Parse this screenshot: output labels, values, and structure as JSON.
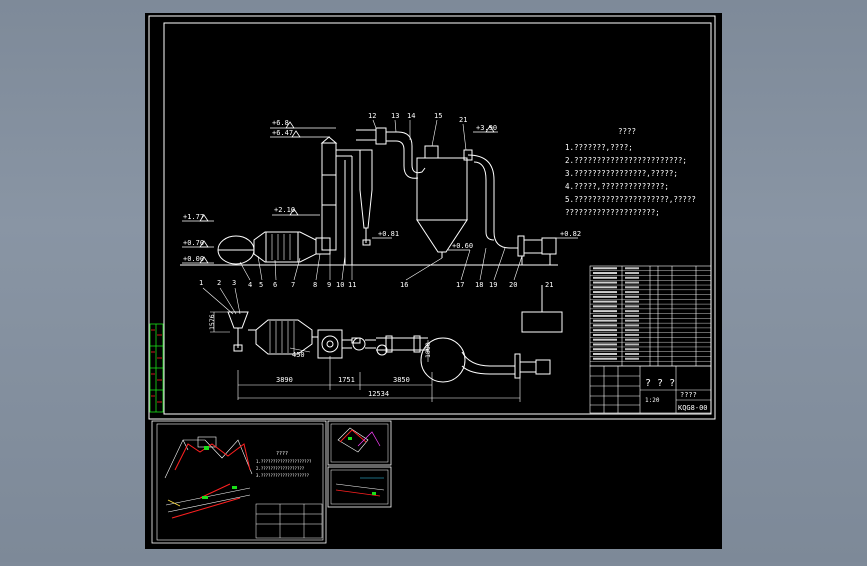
{
  "drawing": {
    "elevations": [
      "+6.8",
      "+6.47",
      "+3.90",
      "+2.10",
      "+1.77",
      "+0.70",
      "+0.00",
      "+0.60",
      "+0.82",
      "+0.81"
    ],
    "part_numbers": [
      "1",
      "2",
      "3",
      "4",
      "5",
      "6",
      "7",
      "8",
      "9",
      "10",
      "11",
      "12",
      "13",
      "14",
      "15",
      "16",
      "17",
      "18",
      "19",
      "20",
      "21"
    ],
    "dimensions": {
      "d1": "3890",
      "d2": "1751",
      "d3": "3850",
      "total": "12534",
      "height": "1576",
      "dia": "450",
      "cyclone_dia": "1800"
    },
    "notes_title": "????",
    "notes": [
      "1.???????,????;",
      "2.????????????????????????;",
      "3.????????????????,?????;",
      "4.?????,??????????????;",
      "5.?????????????????????,?????",
      "  ????????????????????;"
    ],
    "title_block": {
      "title": "? ? ?",
      "subtitle": "????",
      "drawing_no": "KQG8-00",
      "scale": "1:20"
    },
    "sub_sheet": {
      "notes_title": "????",
      "notes": [
        "1.?????????????????????",
        "2.??????????????????",
        "3.????????????????????"
      ]
    },
    "colors": {
      "background": "#000000",
      "line": "#ffffff",
      "accent_red": "#ff2020",
      "accent_green": "#19e019",
      "accent_magenta": "#ff40ff",
      "accent_cyan": "#38d8ff",
      "accent_yellow": "#ffe040"
    }
  }
}
